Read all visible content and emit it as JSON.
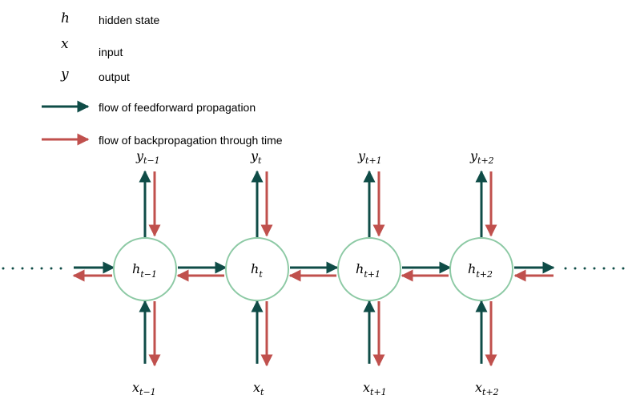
{
  "colors": {
    "feedforward": "#0f4c47",
    "backprop": "#c0504d",
    "node_stroke": "#8cc9a4"
  },
  "legend": {
    "symbols": [
      {
        "symbol": "h",
        "label": "hidden state"
      },
      {
        "symbol": "x",
        "label": "input"
      },
      {
        "symbol": "y",
        "label": "output"
      }
    ],
    "arrows": [
      {
        "kind": "feedforward",
        "label": "flow of feedforward propagation"
      },
      {
        "kind": "backprop",
        "label": "flow of backpropagation through time"
      }
    ]
  },
  "nodes": [
    {
      "hidden": "h",
      "hidden_sub": "t−1",
      "input": "x",
      "input_sub": "t−1",
      "output": "y",
      "output_sub": "t−1"
    },
    {
      "hidden": "h",
      "hidden_sub": "t",
      "input": "x",
      "input_sub": "t",
      "output": "y",
      "output_sub": "t"
    },
    {
      "hidden": "h",
      "hidden_sub": "t+1",
      "input": "x",
      "input_sub": "t+1",
      "output": "y",
      "output_sub": "t+1"
    },
    {
      "hidden": "h",
      "hidden_sub": "t+2",
      "input": "x",
      "input_sub": "t+2",
      "output": "y",
      "output_sub": "t+2"
    }
  ]
}
